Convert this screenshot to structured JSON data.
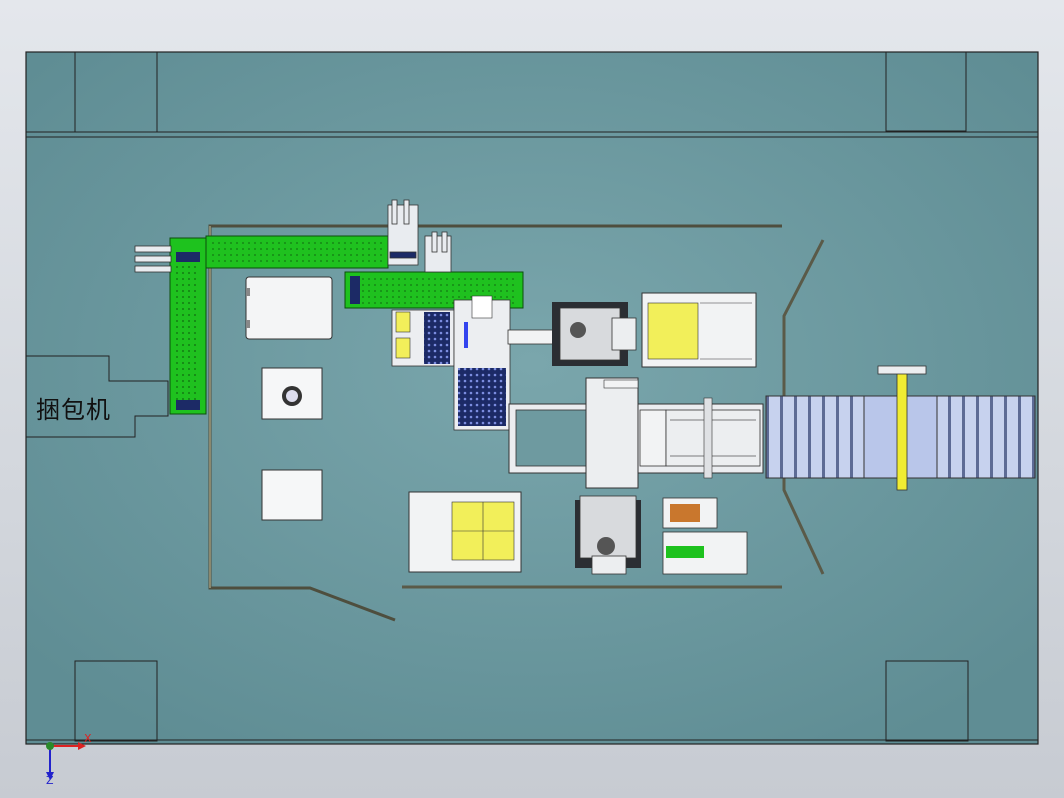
{
  "labels": {
    "baler": "捆包机"
  },
  "axis_triad": {
    "x_label": "X",
    "z_label": "Z"
  },
  "colors": {
    "floor": "#6e9aa0",
    "conveyor_green": "#1ec21e",
    "tray_yellow": "#f2ef5a",
    "roller_blue": "#b9c6ea",
    "wall": "#5a5a4a"
  }
}
